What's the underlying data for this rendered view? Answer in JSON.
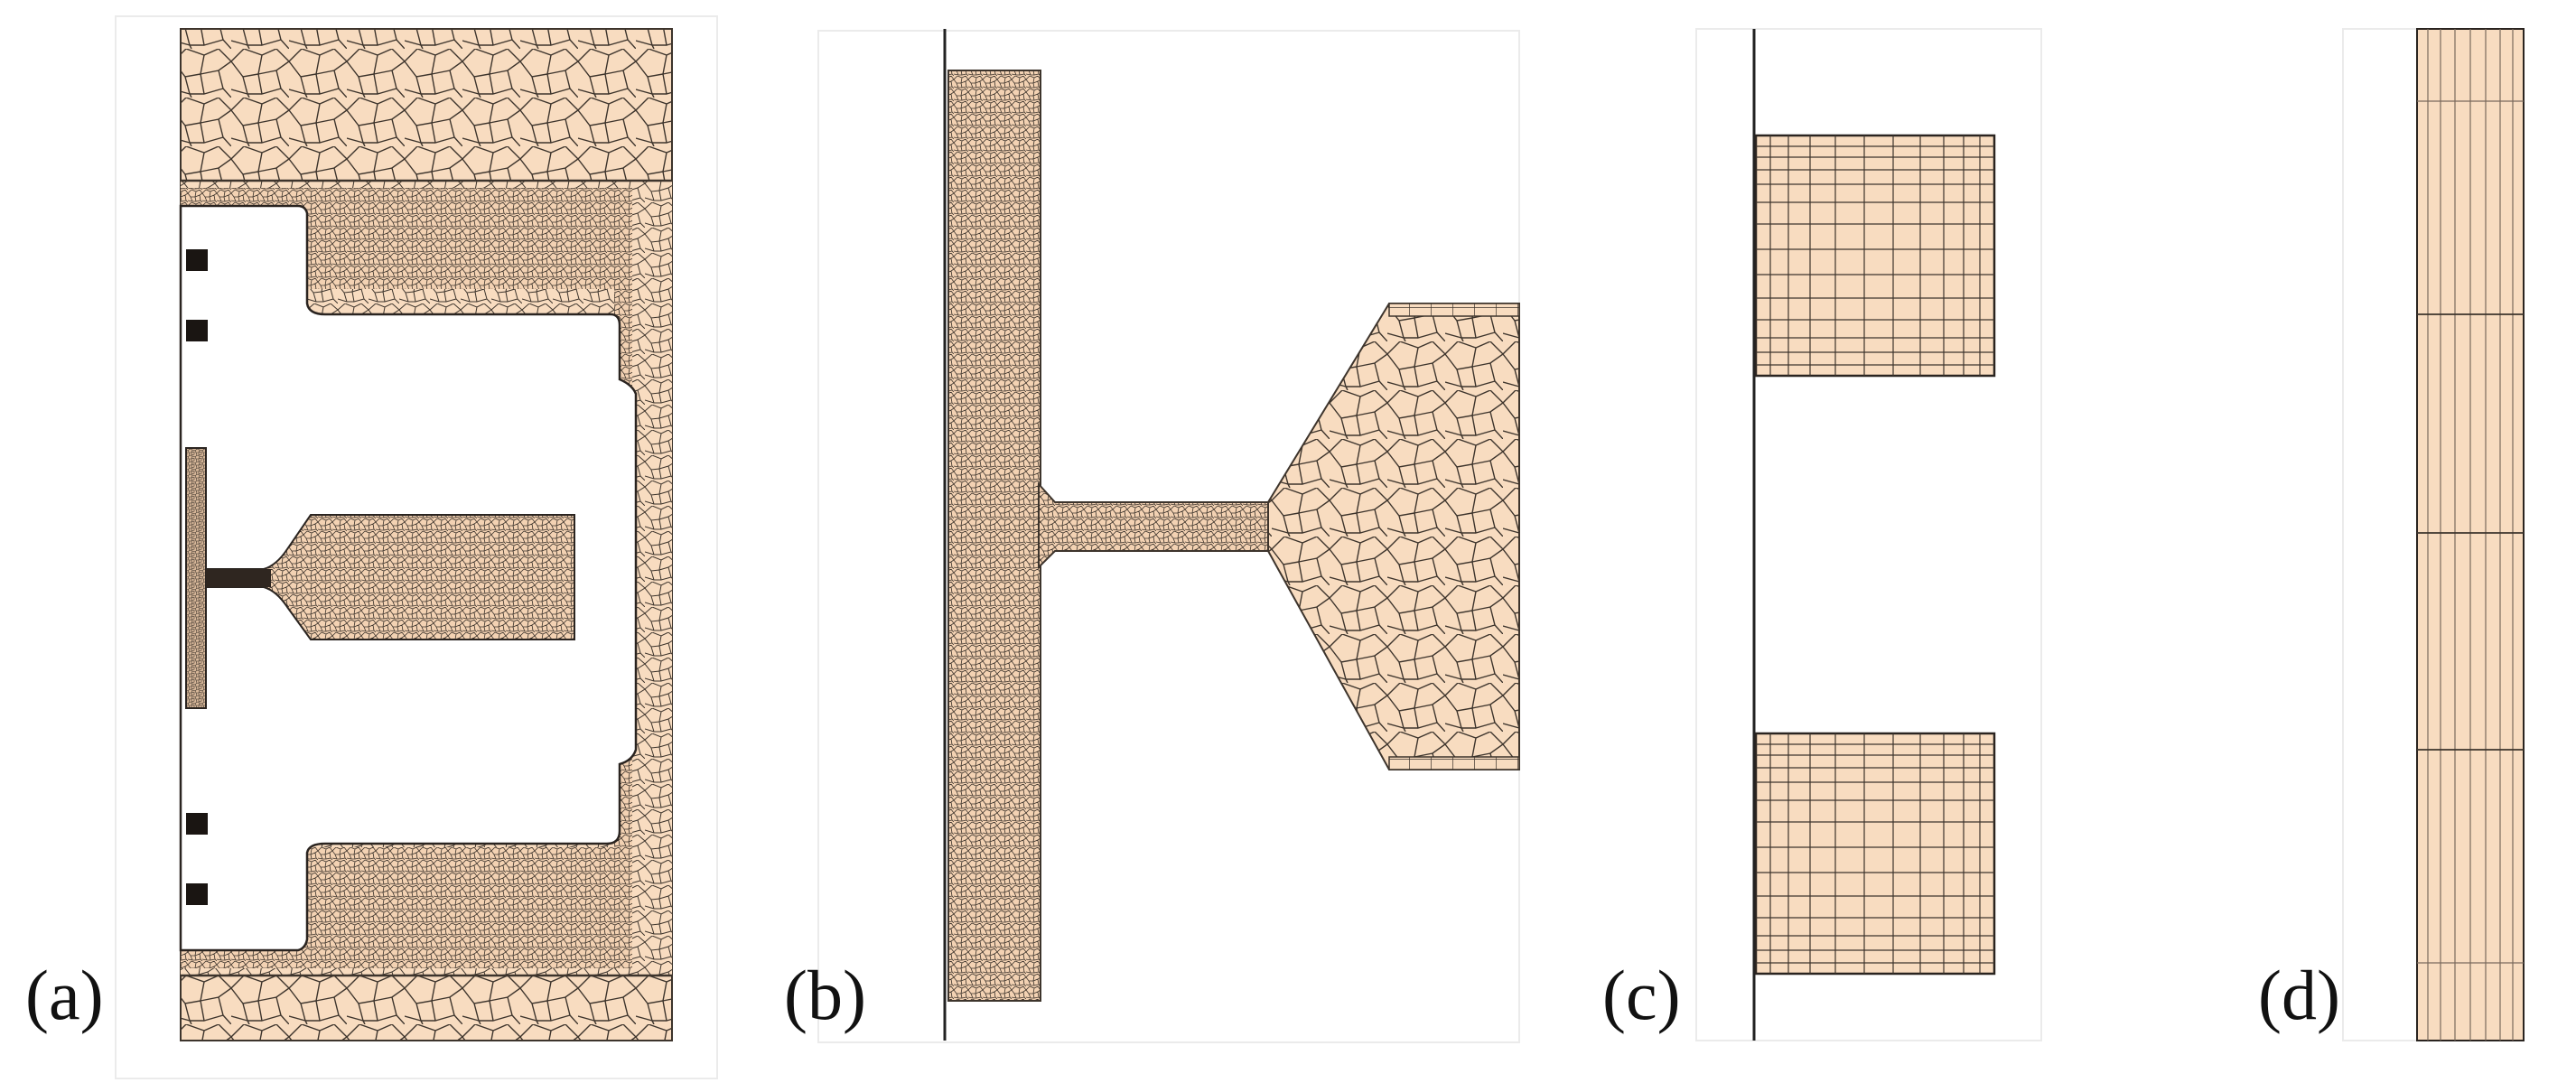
{
  "figure": {
    "panels": [
      {
        "id": "a",
        "label": "(a)"
      },
      {
        "id": "b",
        "label": "(b)"
      },
      {
        "id": "c",
        "label": "(c)"
      },
      {
        "id": "d",
        "label": "(d)"
      }
    ]
  },
  "colors": {
    "mesh_fill": "#f8dcc0",
    "mesh_line": "#3d342c",
    "axis_line": "#222222",
    "background": "#ffffff"
  }
}
